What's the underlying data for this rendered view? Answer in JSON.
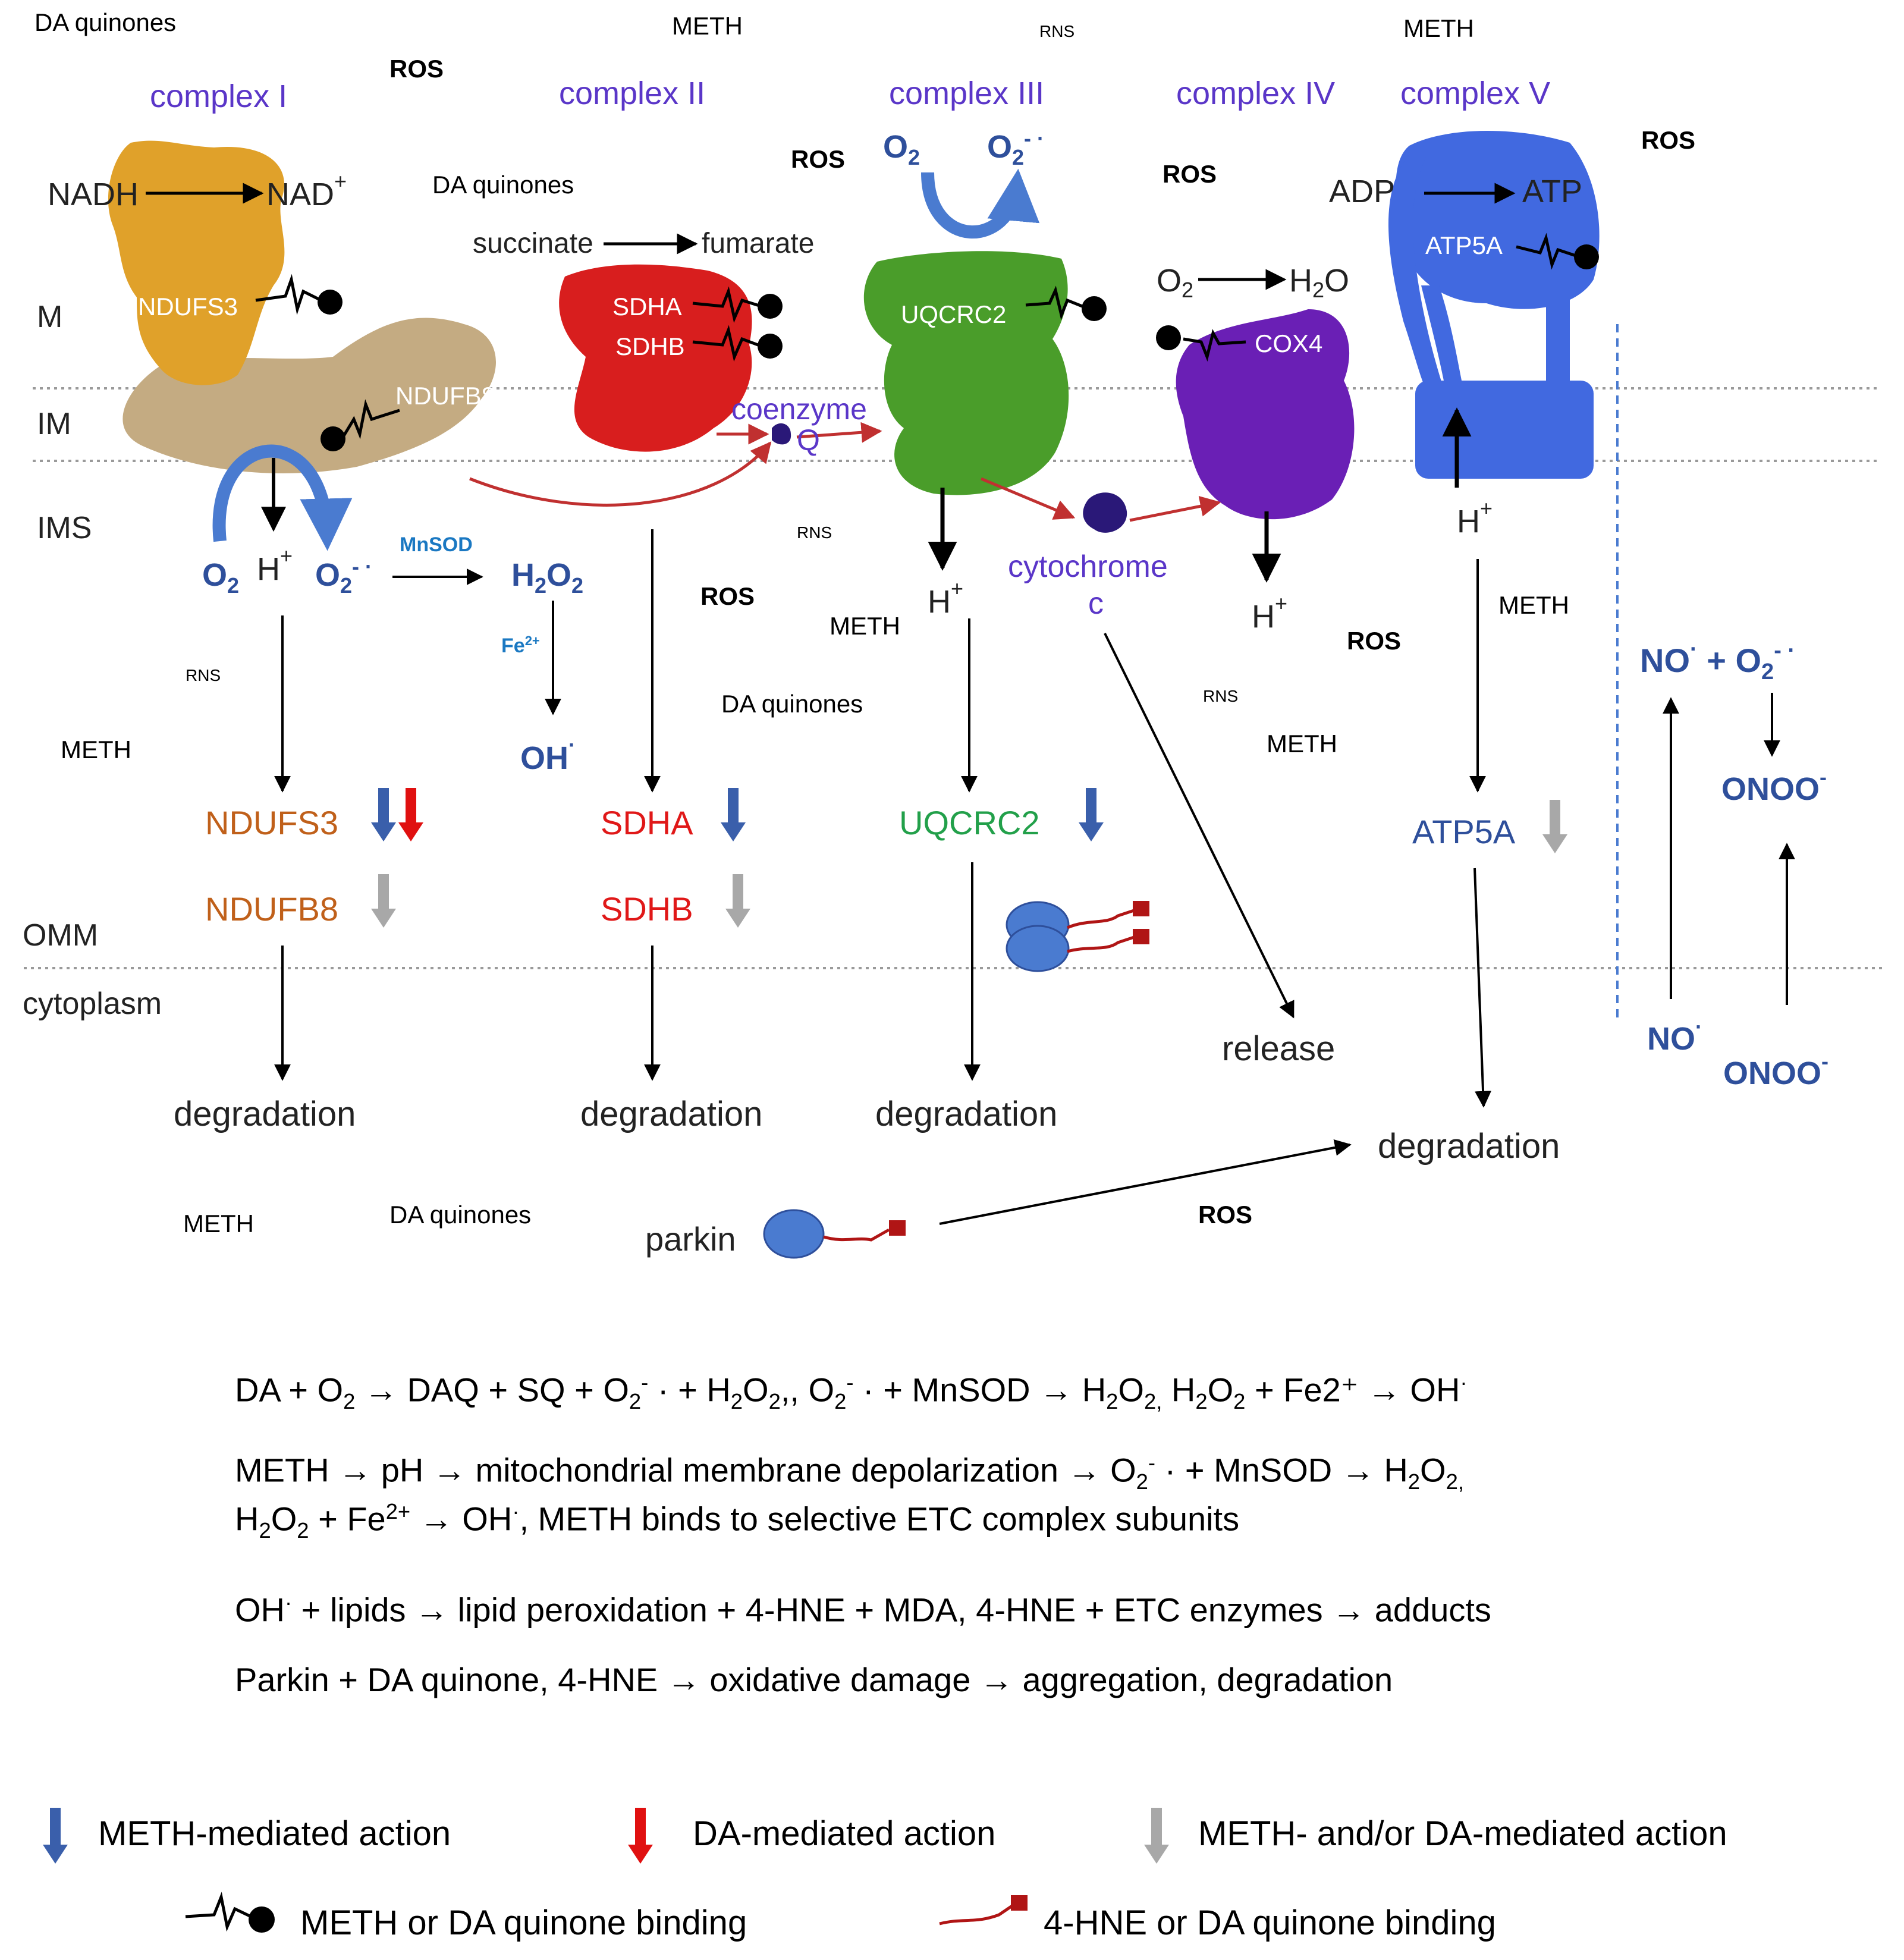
{
  "membrane_regions": [
    "M",
    "IM",
    "IMS",
    "OMM",
    "cytoplasm"
  ],
  "complexes": [
    "complex I",
    "complex II",
    "complex III",
    "complex IV",
    "complex V"
  ],
  "subunit_labels": [
    "NDUFS3",
    "NDUFB8",
    "SDHA",
    "SDHB",
    "UQCRC2",
    "COX4",
    "ATP5A"
  ],
  "reactions": {
    "c1_left": "NADH",
    "c1_right": "NAD",
    "c2_left": "succinate",
    "c2_right": "fumarate",
    "c4_left": "O",
    "c4_right": "H",
    "c5_left": "ADP",
    "c5_right": "ATP"
  },
  "carriers": {
    "coq_line1": "coenzyme",
    "coq_line2": "Q",
    "cytc_line1": "cytochrome",
    "cytc_line2": "c"
  },
  "species": {
    "o2": "O",
    "superoxide": "O",
    "h2o2": "H",
    "oh": "OH",
    "h_plus": "H",
    "mnsod": "MnSOD",
    "fe": "Fe",
    "no": "NO",
    "onoo": "ONOO",
    "plus": "+"
  },
  "stressors": {
    "ros": "ROS",
    "rns": "RNS",
    "meth": "METH",
    "da_quinones": "DA quinones"
  },
  "affected_subunits": [
    "NDUFS3",
    "NDUFB8",
    "SDHA",
    "SDHB",
    "UQCRC2",
    "ATP5A"
  ],
  "outcomes": {
    "degradation": "degradation",
    "release": "release",
    "parkin": "parkin"
  },
  "equations": [
    [
      "DA + O",
      " → DAQ + SQ + O",
      " · + H",
      "O",
      ",, O",
      " · + MnSOD → H",
      "O",
      "H",
      "O",
      " + Fe2⁺ → OH"
    ],
    [
      "METH → pH   → mitochondrial membrane depolarization → O",
      " ·  + MnSOD → H",
      "O"
    ],
    [
      "H",
      "O",
      " + Fe",
      " → OH",
      ", METH binds to selective ETC complex subunits"
    ],
    [
      "OH",
      " + lipids → lipid peroxidation + 4-HNE + MDA, 4-HNE + ETC enzymes → adducts"
    ],
    [
      "Parkin + DA quinone, 4-HNE → oxidative damage → aggregation, degradation"
    ]
  ],
  "legend": {
    "meth_action": "METH-mediated action",
    "da_action": "DA-mediated action",
    "meth_da_action": "METH- and/or DA-mediated action",
    "binding_black": "METH or DA quinone binding",
    "binding_red": "4-HNE or DA quinone binding"
  },
  "colors": {
    "blue_species": "#2e4f9b",
    "purple": "#5a36c8",
    "complex1": "#e0a12a",
    "complex1_base": "#c4ab82",
    "complex2": "#d81e1e",
    "complex3": "#4a9d2a",
    "complex4": "#6a1fb5",
    "complex5": "#4169e0",
    "ndufs_text": "#c0601a",
    "sdh_text": "#e01818",
    "uqcrc_text": "#22a04a",
    "arrow_red": "#c03030",
    "meth_arrow": "#3a5fab",
    "da_arrow": "#e01010",
    "gray_arrow": "#a8a8a8",
    "hne": "#b01515"
  }
}
